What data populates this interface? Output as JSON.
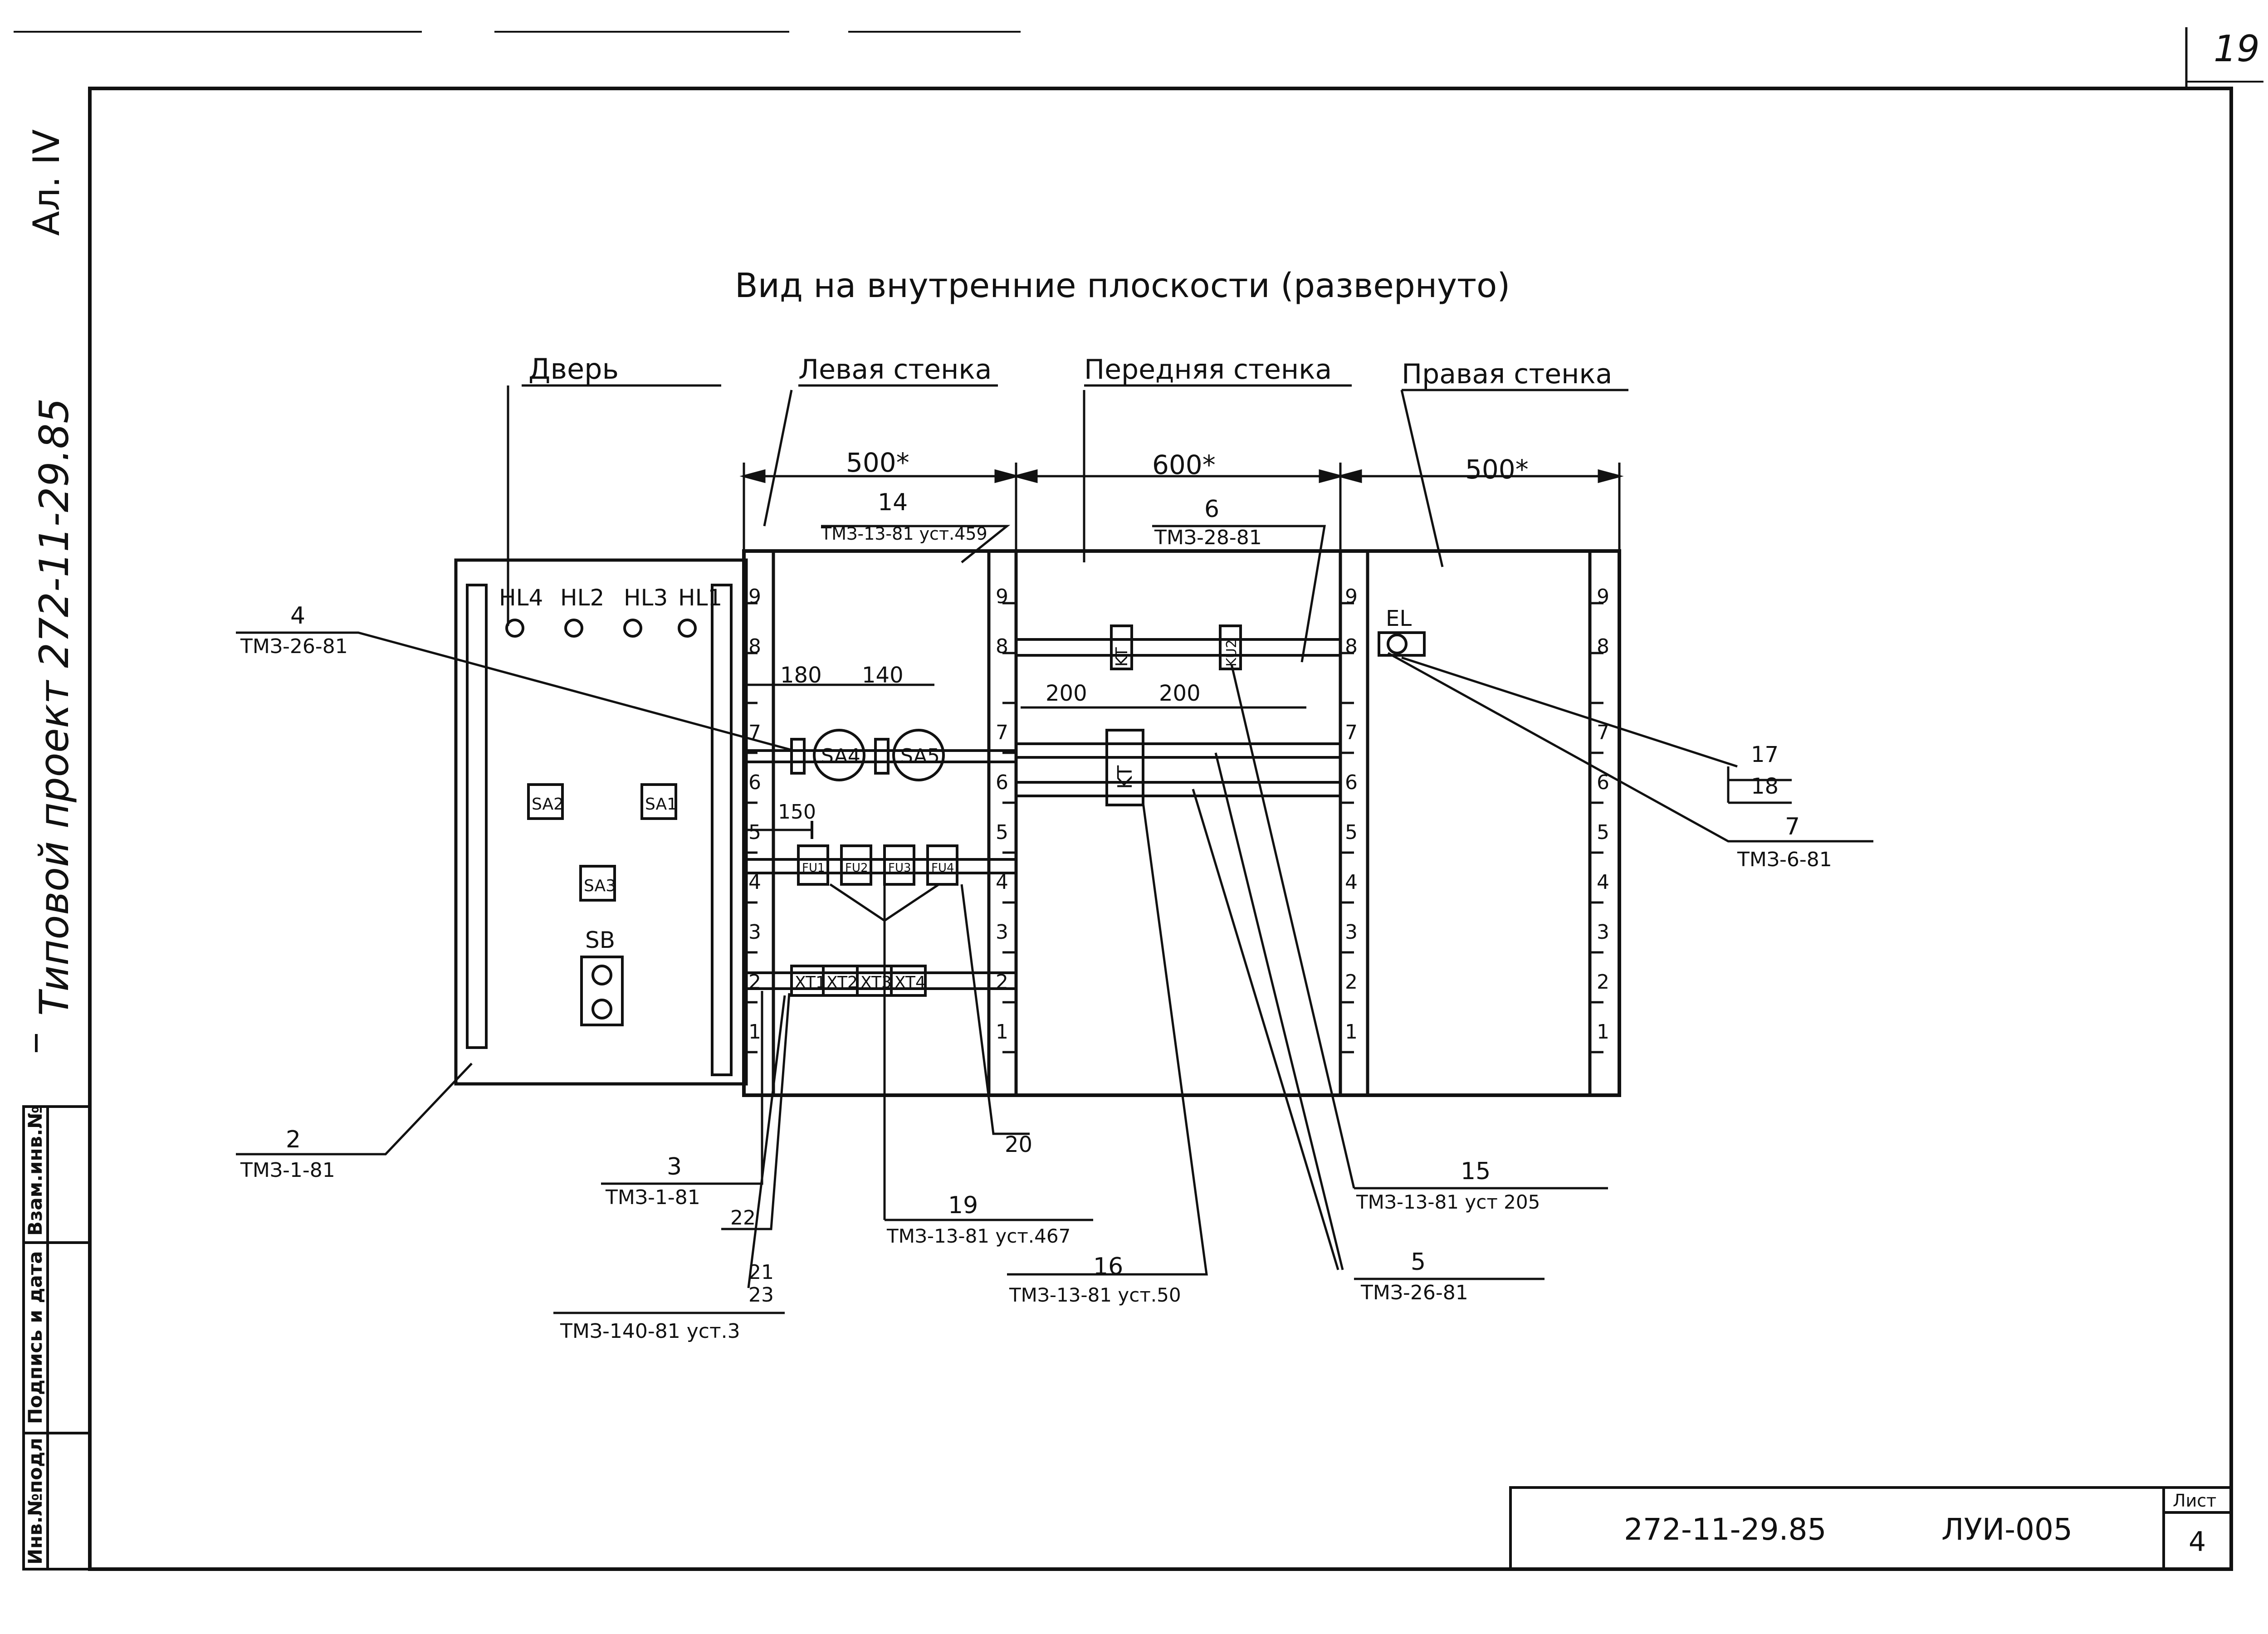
{
  "page_number": "19",
  "album": "Ал. IV",
  "project_side": "Типовой проект 272-11-29.85",
  "title": "Вид на внутренние плоскости (развернуто)",
  "sections": {
    "door": "Дверь",
    "left_wall": "Левая стенка",
    "front_wall": "Передняя стенка",
    "right_wall": "Правая стенка"
  },
  "dimensions": {
    "left": "500*",
    "front": "600*",
    "right": "500*",
    "d180": "180",
    "d140": "140",
    "d150": "150",
    "d200a": "200",
    "d200b": "200"
  },
  "scale_marks": [
    "1",
    "2",
    "3",
    "4",
    "5",
    "6",
    "7",
    "8",
    "9"
  ],
  "door": {
    "lamps": [
      "HL4",
      "HL2",
      "HL3",
      "HL1"
    ],
    "switches": [
      "SA2",
      "SA1",
      "SA3"
    ],
    "button": "SB"
  },
  "left_wall": {
    "switches": [
      "SA4",
      "SA5"
    ],
    "fuses": [
      "FU1",
      "FU2",
      "FU3",
      "FU4"
    ],
    "terminals": [
      "XT1",
      "XT2",
      "XT3",
      "XT4"
    ]
  },
  "front_wall": {
    "kt_top": "KT",
    "ku_top": "KU2",
    "kt_main": "KT"
  },
  "right_wall": {
    "lamp": "EL"
  },
  "callouts": {
    "c2": {
      "num": "2",
      "ref": "ТМЗ-1-81"
    },
    "c3": {
      "num": "3",
      "ref": "ТМЗ-1-81"
    },
    "c4": {
      "num": "4",
      "ref": "ТМЗ-26-81"
    },
    "c5": {
      "num": "5",
      "ref": "ТМЗ-26-81"
    },
    "c6": {
      "num": "6",
      "ref": "ТМЗ-28-81"
    },
    "c7": {
      "num": "7",
      "ref": "ТМЗ-6-81"
    },
    "c14": {
      "num": "14",
      "ref": "ТМЗ-13-81 уст.459"
    },
    "c15": {
      "num": "15",
      "ref": "ТМЗ-13-81 уст 205"
    },
    "c16": {
      "num": "16",
      "ref": "ТМЗ-13-81 уст.50"
    },
    "c17": {
      "num": "17",
      "den": "18"
    },
    "c19": {
      "num": "19",
      "ref": "ТМЗ-13-81 уст.467"
    },
    "c20": {
      "num": "20"
    },
    "c21": {
      "num": "21",
      "den": "23",
      "ref": "ТМЗ-140-81 уст.3"
    },
    "c22": {
      "num": "22"
    }
  },
  "side_stamp": [
    "Инв.№подл",
    "Подпись и дата",
    "Взам.инв.№"
  ],
  "title_block": {
    "code": "272-11-29.85",
    "doc": "ЛУИ-005",
    "sheet_label": "Лист",
    "sheet": "4"
  }
}
